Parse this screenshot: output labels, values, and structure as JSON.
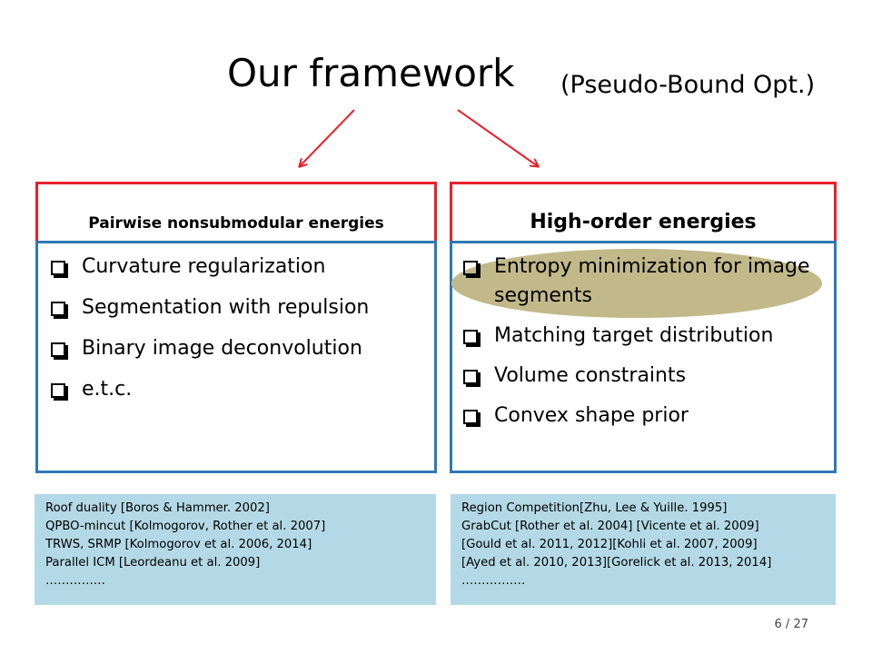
{
  "title": {
    "main": "Our framework",
    "sub": "(Pseudo-Bound Opt.)"
  },
  "left_panel": {
    "header": "Pairwise nonsubmodular energies",
    "items": [
      "Curvature regularization",
      "Segmentation with repulsion",
      "Binary image deconvolution",
      "e.t.c."
    ],
    "references": [
      "Roof duality [Boros & Hammer. 2002]",
      "QPBO-mincut [Kolmogorov, Rother et al. 2007]",
      "TRWS, SRMP [Kolmogorov et al. 2006, 2014]",
      "Parallel ICM [Leordeanu et al. 2009]",
      "……………"
    ]
  },
  "right_panel": {
    "header": "High-order energies",
    "items": [
      "Entropy minimization for image segments",
      "Matching target distribution",
      "Volume constraints",
      "Convex shape prior"
    ],
    "references": [
      "Region Competition[Zhu, Lee & Yuille. 1995]",
      "GrabCut [Rother et al. 2004] [Vicente et al. 2009]",
      "[Gould et al. 2011, 2012][Kohli et al. 2007, 2009]",
      "[Ayed et al. 2010, 2013][Gorelick et al. 2013, 2014]",
      "……………."
    ]
  },
  "page": "6 / 27",
  "colors": {
    "arrow": "#e8202a",
    "header_border": "#e8202a",
    "box_border": "#2e79b5",
    "highlight": "#c2b98a",
    "reference_bg": "#b4d9e6"
  }
}
